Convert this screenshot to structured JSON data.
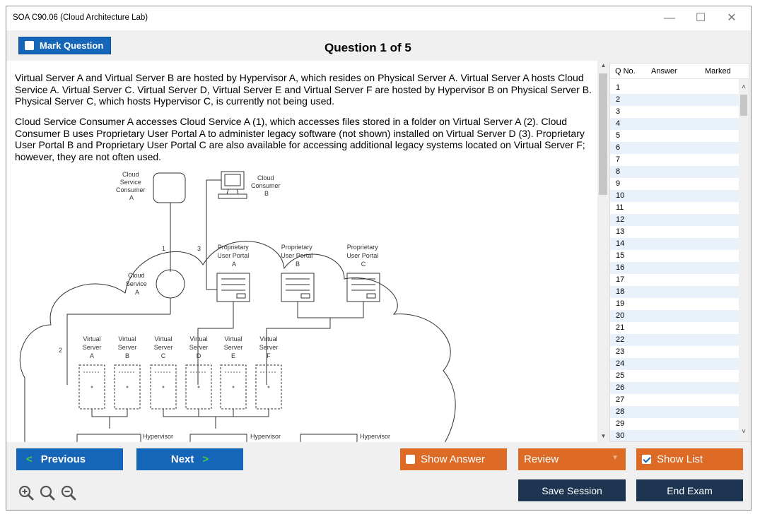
{
  "window": {
    "title": "SOA C90.06 (Cloud Architecture Lab)",
    "controls": {
      "minimize": "—",
      "maximize": "☐",
      "close": "✕"
    }
  },
  "header": {
    "mark_label": "Mark Question",
    "question_header": "Question 1 of 5"
  },
  "question": {
    "paragraph1": "Virtual Server A and Virtual Server B are hosted by Hypervisor A, which resides on Physical Server A. Virtual Server A hosts Cloud Service A. Virtual Server C. Virtual Server D, Virtual Server E and Virtual Server F are hosted by Hypervisor B on Physical Server B. Physical Server C, which hosts Hypervisor C, is currently not being used.",
    "paragraph2": "Cloud Service Consumer A accesses Cloud Service A (1), which accesses files stored in a folder on Virtual Server A (2). Cloud Consumer B uses Proprietary User Portal A to administer legacy software (not shown) installed on Virtual Server D (3). Proprietary User Portal B and Proprietary User Portal C are also available for accessing additional legacy systems located on Virtual Server F; however, they are not often used.",
    "diagram": {
      "csc_a": [
        "Cloud",
        "Service",
        "Consumer",
        "A"
      ],
      "cc_b": [
        "Cloud",
        "Consumer",
        "B"
      ],
      "cloud_service_a": [
        "Cloud",
        "Service",
        "A"
      ],
      "conn1": "1",
      "conn2": "2",
      "conn3": "3",
      "portals": [
        [
          "Proprietary",
          "User Portal",
          "A"
        ],
        [
          "Proprietary",
          "User Portal",
          "B"
        ],
        [
          "Proprietary",
          "User Portal",
          "C"
        ]
      ],
      "virtual_servers": [
        [
          "Virtual",
          "Server",
          "A"
        ],
        [
          "Virtual",
          "Server",
          "B"
        ],
        [
          "Virtual",
          "Server",
          "C"
        ],
        [
          "Virtual",
          "Server",
          "D"
        ],
        [
          "Virtual",
          "Server",
          "E"
        ],
        [
          "Virtual",
          "Server",
          "F"
        ]
      ],
      "hypervisor_label": "Hypervisor"
    }
  },
  "question_list": {
    "headers": {
      "qno": "Q No.",
      "answer": "Answer",
      "marked": "Marked"
    },
    "rows": [
      "1",
      "2",
      "3",
      "4",
      "5",
      "6",
      "7",
      "8",
      "9",
      "10",
      "11",
      "12",
      "13",
      "14",
      "15",
      "16",
      "17",
      "18",
      "19",
      "20",
      "21",
      "22",
      "23",
      "24",
      "25",
      "26",
      "27",
      "28",
      "29",
      "30"
    ]
  },
  "buttons": {
    "previous": "Previous",
    "next": "Next",
    "show_answer": "Show Answer",
    "review": "Review",
    "show_list": "Show List",
    "save_session": "Save Session",
    "end_exam": "End Exam",
    "show_list_checked": true
  },
  "icons": {
    "zoom_in": "zoom-in-icon",
    "zoom_reset": "zoom-reset-icon",
    "zoom_out": "zoom-out-icon",
    "previous": "chevron-left-icon",
    "next": "chevron-right-icon"
  },
  "colors": {
    "primary_blue": "#1565b8",
    "orange": "#dd6a25",
    "dark_navy": "#1d3550",
    "chevron_green": "#48d148",
    "list_stripe": "#e9f1fb"
  }
}
